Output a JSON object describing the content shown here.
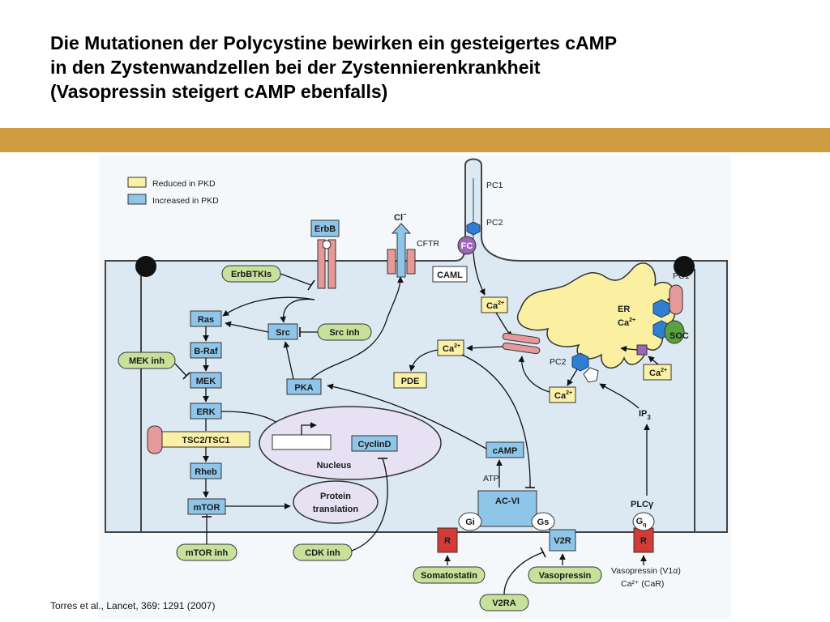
{
  "title": {
    "line1": "Die Mutationen der Polycystine bewirken ein gesteigertes cAMP",
    "line2": "in den Zystenwandzellen bei der Zystennierenkrankheit",
    "line3": "(Vasopressin steigert cAMP ebenfalls)"
  },
  "legend": {
    "reduced": "Reduced in PKD",
    "increased": "Increased in PKD"
  },
  "nodes": {
    "erbb": "ErbB",
    "erbbtkis": "ErbBTKIs",
    "ras": "Ras",
    "braf": "B-Raf",
    "mek": "MEK",
    "mekinh": "MEK inh",
    "erk": "ERK",
    "tsc": "TSC2/TSC1",
    "rheb": "Rheb",
    "mtor": "mTOR",
    "mtorinh": "mTOR inh",
    "src": "Src",
    "srcinh": "Src inh",
    "pka": "PKA",
    "cyclind": "CyclinD",
    "nucleus": "Nucleus",
    "protein1": "Protein",
    "protein2": "translation",
    "cdkinh": "CDK inh",
    "cl": "Cl",
    "clsup": "−",
    "cftr": "CFTR",
    "caml": "CAML",
    "pc1top": "PC1",
    "pc2top": "PC2",
    "fc": "FC",
    "ca": "Ca",
    "casup": "2+",
    "pde": "PDE",
    "camp": "cAMP",
    "atp": "ATP",
    "acvi": "AC-VI",
    "gi": "Gi",
    "gs": "Gs",
    "r": "R",
    "v2r": "V2R",
    "somatostatin": "Somatostatin",
    "vasopressin": "Vasopressin",
    "v2ra": "V2RA",
    "er": "ER",
    "pc1right": "PC1",
    "pc2er": "PC2",
    "soc": "SOC",
    "ip": "IP",
    "ipsub": "3",
    "plc": "PLCγ",
    "g": "G",
    "gsub": "q",
    "vaso2": "Vasopressin (V1α)",
    "car": "Ca²⁺ (CaR)"
  },
  "citation": "Torres et al., Lancet, 369: 1291 (2007)",
  "colors": {
    "band": "#cf9c3f",
    "cytoplasm": "#dce9f3",
    "reduced_fill": "#fbf1a6",
    "increased_fill": "#8ec5e8",
    "green_pill": "#c7e09a",
    "receptor_red": "#d53b36",
    "pc_pink": "#e6999a",
    "pc2_blue": "#2f7fd0",
    "fc_purple": "#9b66b8",
    "er_yellow": "#fbf0a2",
    "nucleus": "#e6e2f3"
  }
}
